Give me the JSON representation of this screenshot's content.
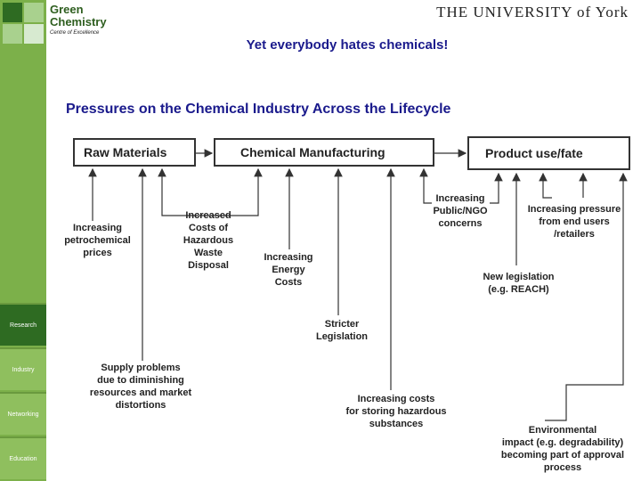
{
  "branding": {
    "org_line1": "Green",
    "org_line2": "Chemistry",
    "org_sub": "Centre of Excellence",
    "university": "THE UNIVERSITY of York"
  },
  "sidebar": {
    "items": [
      {
        "label": "Research",
        "active": true
      },
      {
        "label": "Industry",
        "active": false
      },
      {
        "label": "Networking",
        "active": false
      },
      {
        "label": "Education",
        "active": false
      }
    ]
  },
  "heading": "Yet everybody hates chemicals!",
  "subheading": "Pressures on the Chemical Industry Across the Lifecycle",
  "stages": {
    "raw": "Raw Materials",
    "manufacturing": "Chemical Manufacturing",
    "product": "Product use/fate"
  },
  "pressures": {
    "petro": [
      "Increasing",
      "petrochemical",
      "prices"
    ],
    "waste": [
      "Increased",
      "Costs of",
      "Hazardous",
      "Waste",
      "Disposal"
    ],
    "energy": [
      "Increasing",
      "Energy",
      "Costs"
    ],
    "supply": [
      "Supply problems",
      "due to diminishing",
      "resources and market",
      "distortions"
    ],
    "stricter": [
      "Stricter",
      "Legislation"
    ],
    "storing": [
      "Increasing costs",
      "for storing hazardous",
      "substances"
    ],
    "ngo": [
      "Increasing",
      "Public/NGO",
      "concerns"
    ],
    "endusers": [
      "Increasing pressure",
      "from end users",
      "/retailers"
    ],
    "legislation": [
      "New legislation",
      "(e.g. REACH)"
    ],
    "environmental": [
      "Environmental",
      "impact (e.g. degradability)",
      "becoming part of approval",
      "process"
    ]
  },
  "colors": {
    "sidebar": "#7cb04a",
    "title": "#1a1a8c",
    "sidebar_active": "#2e6b22"
  }
}
